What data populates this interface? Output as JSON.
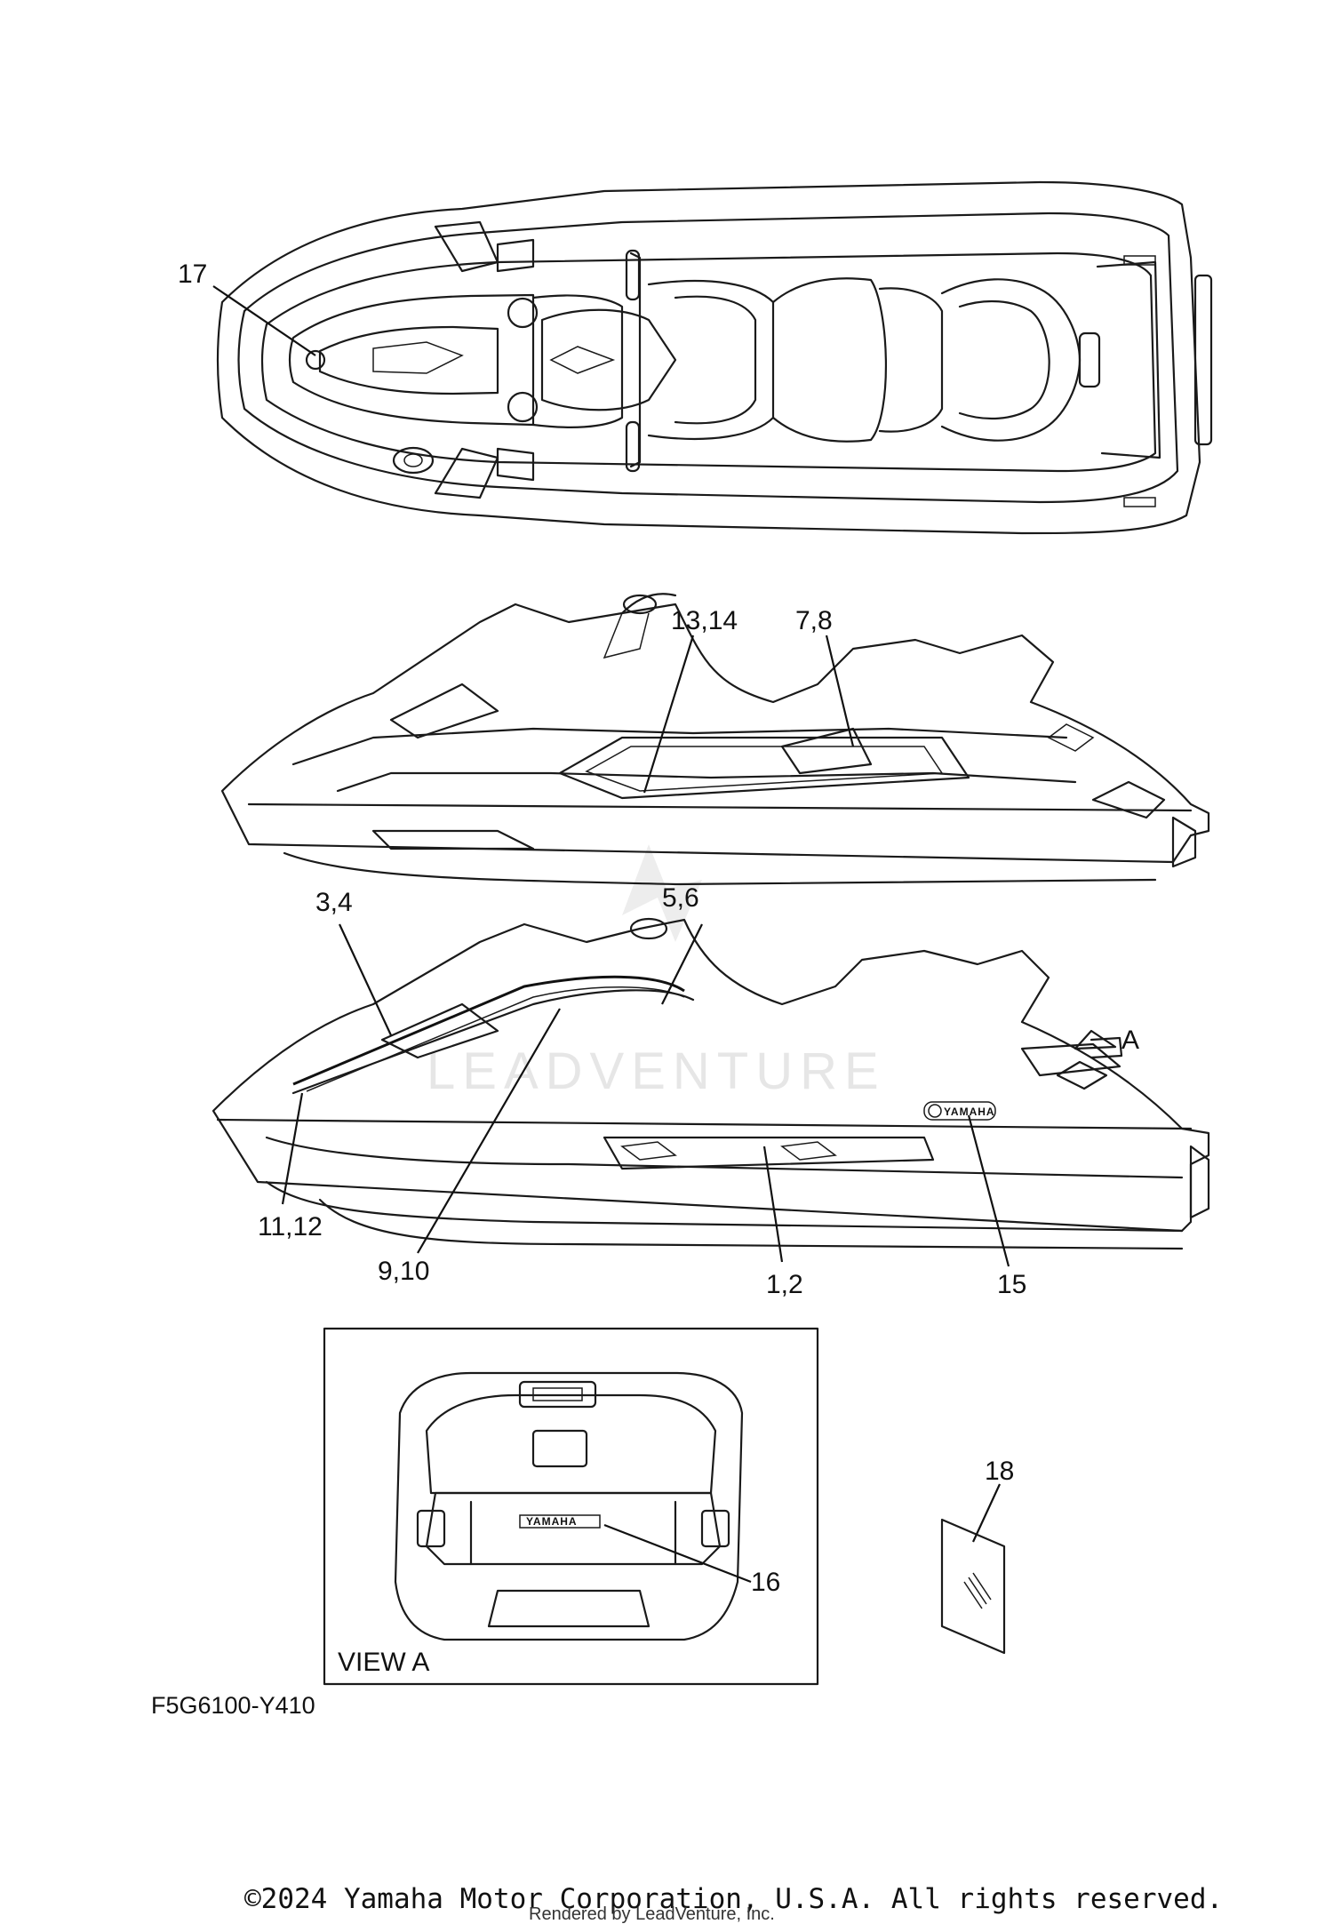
{
  "diagram": {
    "callouts": {
      "c17": "17",
      "c13_14": "13,14",
      "c7_8": "7,8",
      "c3_4": "3,4",
      "c5_6": "5,6",
      "c11_12": "11,12",
      "c9_10": "9,10",
      "c1_2": "1,2",
      "c15": "15",
      "c16": "16",
      "c18": "18",
      "view_arrow": "A"
    },
    "view_label": "VIEW A",
    "diagram_code": "F5G6100-Y410",
    "decal_text": "YAMAHA",
    "watermark": "LEADVENTURE"
  },
  "footer": {
    "copyright": "©2024 Yamaha Motor Corporation, U.S.A. All rights reserved.",
    "rendered_by": "Rendered by LeadVenture, Inc."
  }
}
